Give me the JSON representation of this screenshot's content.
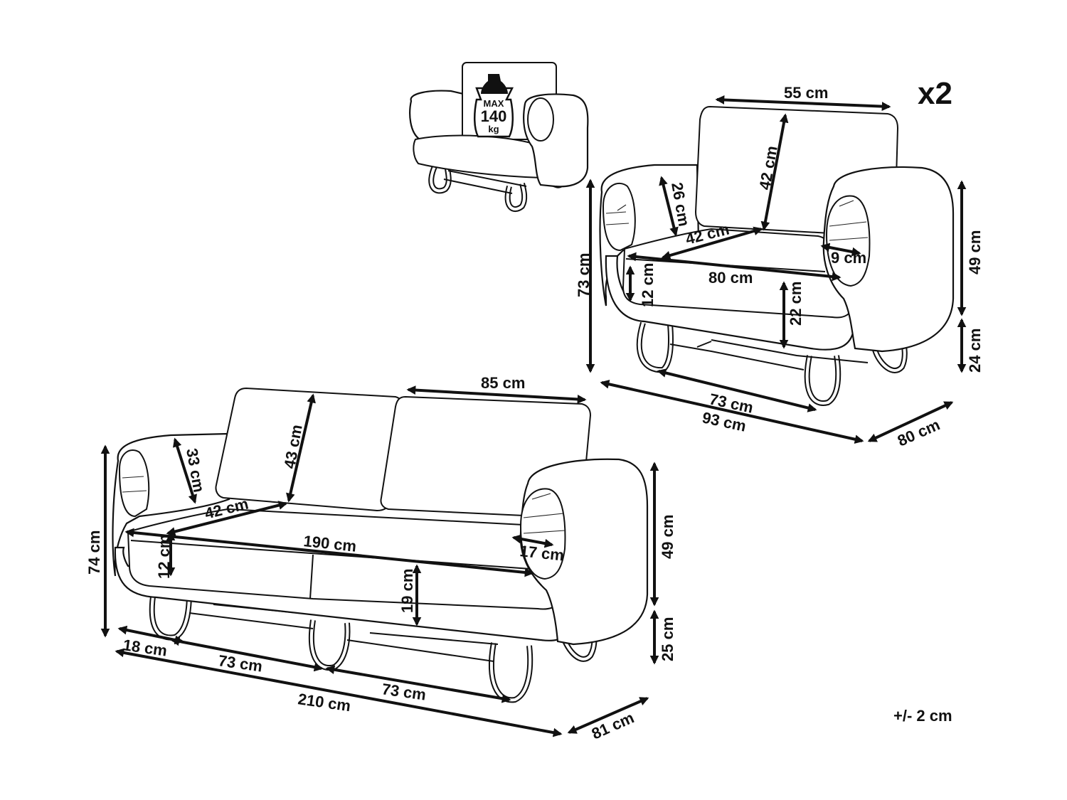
{
  "multiplier": "x2",
  "tolerance": "+/- 2 cm",
  "weight_icon": {
    "icon": "weight-icon",
    "line1": "MAX",
    "line2": "140",
    "line3": "kg"
  },
  "armchair": {
    "cushion_width": "55 cm",
    "back_height": "42 cm",
    "arm_inner": "26 cm",
    "seat_depth": "42 cm",
    "arm_gap": "9 cm",
    "seat_width": "80 cm",
    "seat_thickness": "12 cm",
    "seat_height": "22 cm",
    "total_height": "73 cm",
    "arm_height": "49 cm",
    "leg_height": "24 cm",
    "leg_span": "73 cm",
    "total_width": "93 cm",
    "total_depth": "80 cm"
  },
  "sofa": {
    "cushion_width": "85 cm",
    "back_height": "43 cm",
    "arm_inner": "33 cm",
    "seat_depth": "42 cm",
    "seat_width": "190 cm",
    "arm_gap": "17 cm",
    "seat_thickness": "12 cm",
    "seat_height": "19 cm",
    "total_height": "74 cm",
    "arm_height": "49 cm",
    "leg_height": "25 cm",
    "side_offset": "18 cm",
    "leg_span_1": "73 cm",
    "leg_span_2": "73 cm",
    "total_width": "210 cm",
    "total_depth": "81 cm"
  }
}
